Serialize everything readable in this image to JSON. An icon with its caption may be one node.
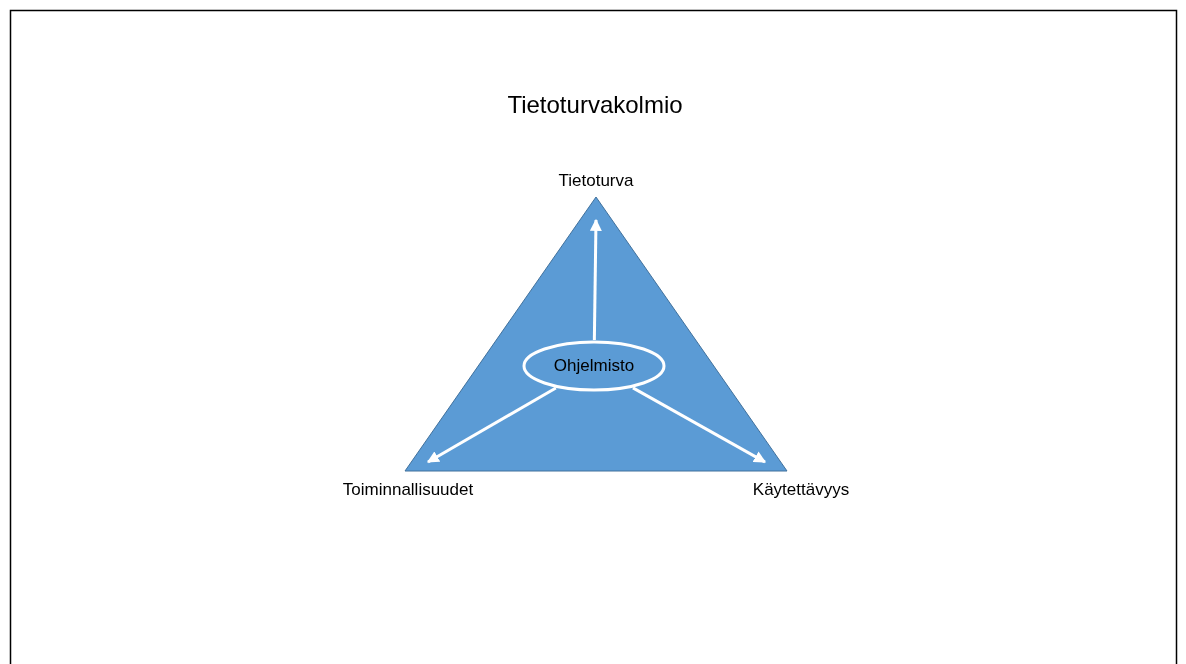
{
  "diagram": {
    "title": "Tietoturvakolmio",
    "nodes": [
      {
        "text": [],
        "shape": "triangle"
      },
      {
        "text": [
          "Ohjelmisto"
        ],
        "in": 0
      },
      {
        "text": [
          "Tietoturva"
        ]
      },
      {
        "text": [
          "Toiminnallisuudet"
        ]
      },
      {
        "text": [
          "Käytettävyys"
        ]
      }
    ],
    "edges": [
      {
        "from": 1,
        "to": 2,
        "arrow": "to"
      },
      {
        "from": 1,
        "to": 3,
        "arrow": "to"
      },
      {
        "from": 1,
        "to": 4,
        "arrow": "to"
      }
    ]
  }
}
